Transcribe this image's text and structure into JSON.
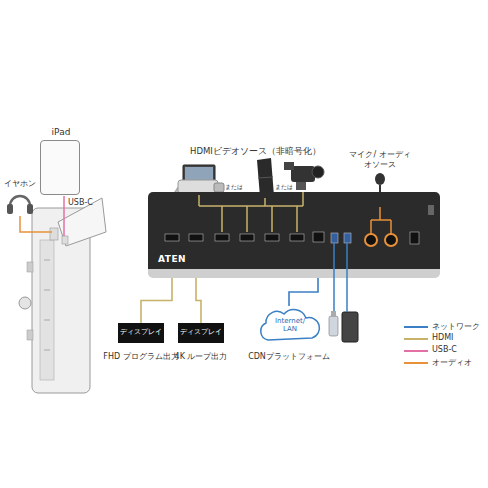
{
  "diagram": {
    "nodes": [
      {
        "text": [
          "iPad"
        ]
      },
      {
        "text": [
          "ATEN"
        ]
      },
      {
        "text": [
          "ディスプレイ",
          "FHD プログラム出力"
        ]
      },
      {
        "text": [
          "ディスプレイ",
          "4K ループ出力"
        ]
      },
      {
        "text": [
          "Internet/ LAN",
          "CDNプラットフォーム"
        ]
      }
    ],
    "edges": [
      {
        "from": 1,
        "to": 2,
        "arrow": "none"
      },
      {
        "from": 1,
        "to": 3,
        "arrow": "none"
      },
      {
        "from": 1,
        "to": 4,
        "arrow": "none"
      }
    ],
    "labels": [
      "イヤホン",
      "USB-C",
      "HDMIビデオソース（非暗号化）",
      "または",
      "または",
      "マイク/ オーディオソース"
    ],
    "legend": [
      {
        "text": "ネットワーク",
        "color": "#3b7fc4"
      },
      {
        "text": "HDMI",
        "color": "#c8b26a"
      },
      {
        "text": "USB-C",
        "color": "#e36fa5"
      },
      {
        "text": "オーディオ",
        "color": "#e8913a"
      }
    ]
  }
}
